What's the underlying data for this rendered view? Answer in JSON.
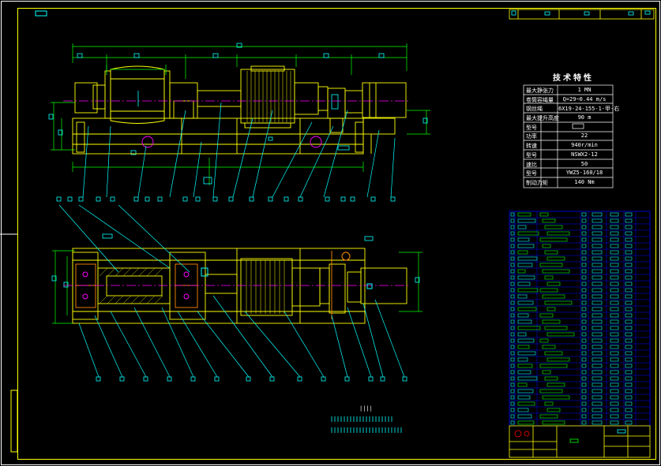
{
  "drawing": {
    "spec_table": {
      "title": "技术特性",
      "rows": [
        {
          "key": "最大静张力",
          "value": "1 MN"
        },
        {
          "key": "卷筒容绳量",
          "value": "Q=29~0.44 m/s"
        },
        {
          "key": "钢丝绳",
          "value": "6X19-24-155-1-甲-右"
        },
        {
          "key": "最大提升高度",
          "value": "90 m"
        },
        {
          "key": "型号",
          "value": ""
        },
        {
          "key": "功率",
          "value": "22"
        },
        {
          "key": "转速",
          "value": "940r/min"
        },
        {
          "key": "型号",
          "value": "NSWX2-12"
        },
        {
          "key": "速比",
          "value": "50"
        },
        {
          "key": "型号",
          "value": "YWZ5-160/18"
        },
        {
          "key": "制动力矩",
          "value": "140 Nm"
        }
      ]
    },
    "scale_note": "||||",
    "colors": {
      "background": "#000000",
      "frame": "#ffff00",
      "part_outline": "#ffff00",
      "centerline": "#ff00ff",
      "dimension": "#00ff00",
      "leader": "#00ffff",
      "parts_list_grid": "#0000ff",
      "parts_list_text": "#00ffff",
      "highlight": "#00ff00"
    }
  }
}
